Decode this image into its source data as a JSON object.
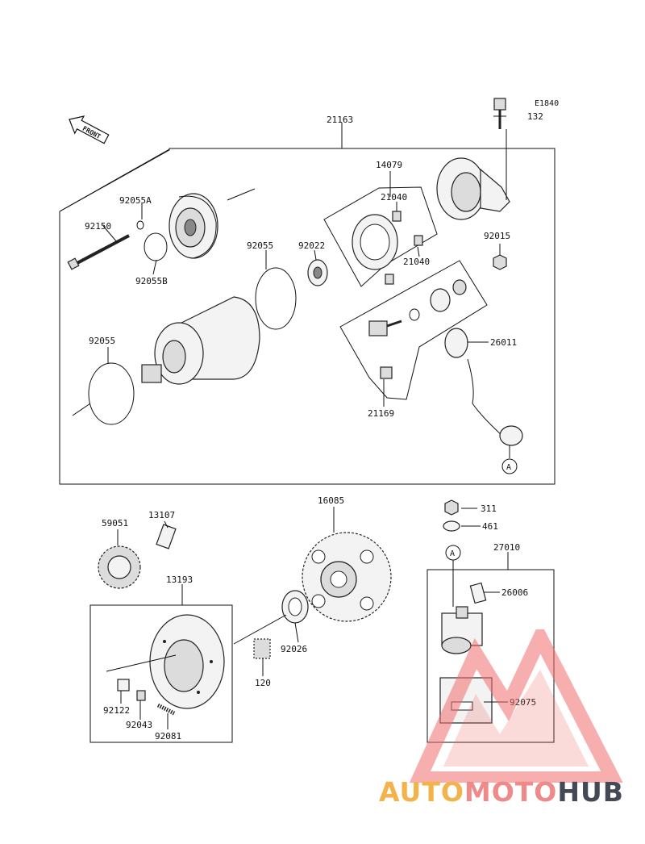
{
  "drawing": {
    "code": "E1840",
    "front_label": "FRONT"
  },
  "callouts": [
    {
      "id": "c21163",
      "label": "21163"
    },
    {
      "id": "c132",
      "label": "132"
    },
    {
      "id": "c14079",
      "label": "14079"
    },
    {
      "id": "c92055A",
      "label": "92055A"
    },
    {
      "id": "c92150",
      "label": "92150"
    },
    {
      "id": "c92055B",
      "label": "92055B"
    },
    {
      "id": "c92055a",
      "label": "92055"
    },
    {
      "id": "c92022",
      "label": "92022"
    },
    {
      "id": "c21040a",
      "label": "21040"
    },
    {
      "id": "c21040b",
      "label": "21040"
    },
    {
      "id": "c92015",
      "label": "92015"
    },
    {
      "id": "c92055b",
      "label": "92055"
    },
    {
      "id": "c26011",
      "label": "26011"
    },
    {
      "id": "c21169",
      "label": "21169"
    },
    {
      "id": "cA1",
      "label": "A"
    },
    {
      "id": "c16085",
      "label": "16085"
    },
    {
      "id": "c59051",
      "label": "59051"
    },
    {
      "id": "c13107",
      "label": "13107"
    },
    {
      "id": "c13193",
      "label": "13193"
    },
    {
      "id": "c311",
      "label": "311"
    },
    {
      "id": "c461",
      "label": "461"
    },
    {
      "id": "c27010",
      "label": "27010"
    },
    {
      "id": "cA2",
      "label": "A"
    },
    {
      "id": "c26006",
      "label": "26006"
    },
    {
      "id": "c92026",
      "label": "92026"
    },
    {
      "id": "c120",
      "label": "120"
    },
    {
      "id": "c92075",
      "label": "92075"
    },
    {
      "id": "c92122",
      "label": "92122"
    },
    {
      "id": "c92043",
      "label": "92043"
    },
    {
      "id": "c92081",
      "label": "92081"
    }
  ],
  "brand": {
    "part1": "AUTO",
    "part2": "MOTO",
    "part3": "HUB",
    "colors": {
      "auto": "#f3b24a",
      "moto": "#ee8a8a",
      "hub": "#444a55",
      "mark": "#ee6b6b"
    }
  }
}
